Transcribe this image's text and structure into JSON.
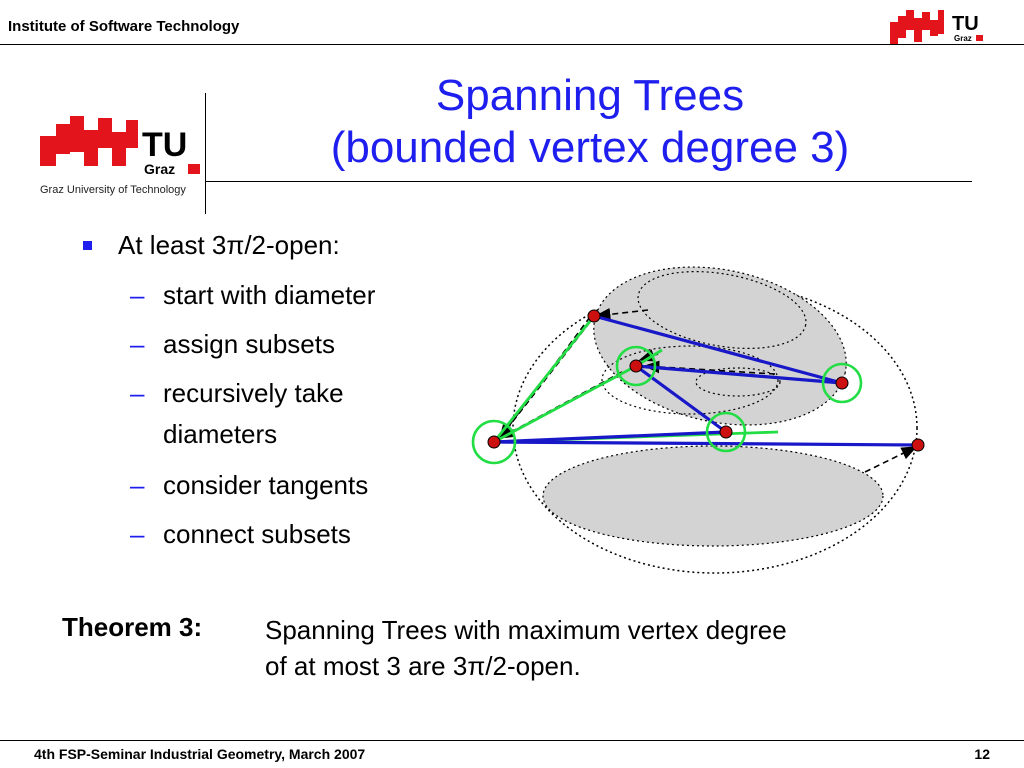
{
  "header": {
    "institute": "Institute of Software Technology",
    "logo_small_text": "TU",
    "logo_small_sub": "Graz"
  },
  "logo": {
    "text": "TU",
    "sub": "Graz",
    "university": "Graz University of Technology"
  },
  "title": {
    "line1": "Spanning Trees",
    "line2": "(bounded vertex degree 3)"
  },
  "bullets": {
    "main": "At least 3π/2-open:",
    "sub": [
      "start with diameter",
      "assign subsets",
      "recursively take",
      "diameters",
      "consider tangents",
      "connect subsets"
    ],
    "dash": "–"
  },
  "theorem": {
    "label": "Theorem 3:",
    "line1": "Spanning Trees with maximum vertex degree",
    "line2": "of at most 3 are 3π/2-open."
  },
  "footer": {
    "left": "4th FSP-Seminar Industrial Geometry, March 2007",
    "page": "12"
  },
  "colors": {
    "accent_blue": "#1e1eee",
    "logo_red": "#e3141c",
    "edge_blue": "#1818c8",
    "edge_green": "#22dd44",
    "vertex_red": "#cc1010"
  }
}
